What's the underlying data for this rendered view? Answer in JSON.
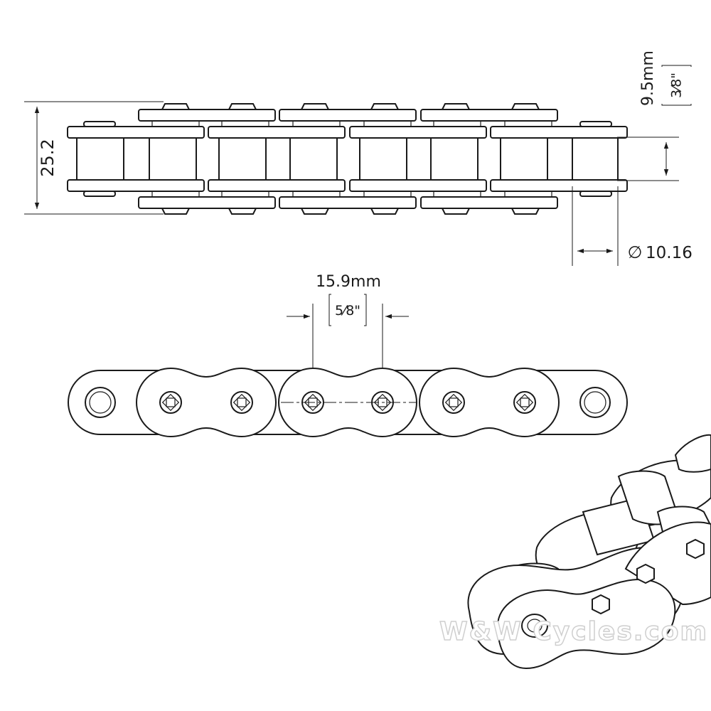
{
  "dimensions": {
    "overall_width": "25.2",
    "inner_width_mm": "9.5mm",
    "inner_width_in": "3⁄8\"",
    "roller_diameter_symbol": "∅",
    "roller_diameter": "10.16",
    "pitch_mm": "15.9mm",
    "pitch_in": "5⁄8\""
  },
  "watermark": {
    "text": "W&W Cycles.com"
  }
}
